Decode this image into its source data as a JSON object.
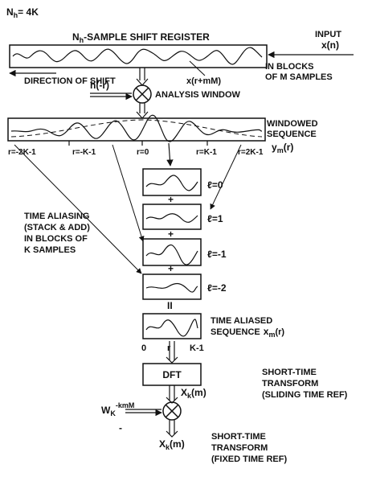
{
  "header": {
    "nh": "N",
    "nh_sub": "h",
    "nh_value": "= 4K"
  },
  "shift_register": {
    "title_n": "N",
    "title_sub": "h",
    "title_rest": "-SAMPLE SHIFT REGISTER",
    "input_line1": "INPUT",
    "input_line2": "x(n)",
    "blocks_line1": "IN BLOCKS",
    "blocks_line2": "OF M SAMPLES",
    "direction": "DIRECTION OF SHIFT",
    "signal": "x(r+mM)"
  },
  "analysis": {
    "window_fn": "h(-r)",
    "label": "ANALYSIS WINDOW"
  },
  "windowed": {
    "line1": "WINDOWED",
    "line2": "SEQUENCE",
    "ym": "y",
    "ym_sub": "m",
    "ym_arg": "(r)",
    "ticks": [
      "r=-2K-1",
      "r=-K-1",
      "r=0",
      "r=K-1",
      "r=2K-1"
    ]
  },
  "aliasing": {
    "line1": "TIME ALIASING",
    "line2": "(STACK & ADD)",
    "line3": "IN BLOCKS OF",
    "line4": "K SAMPLES",
    "l_labels": [
      "ℓ=0",
      "ℓ=1",
      "ℓ=-1",
      "ℓ=-2"
    ],
    "plus": "+",
    "equals": "II"
  },
  "aliased": {
    "line1": "TIME ALIASED",
    "line2": "SEQUENCE",
    "xm": "x",
    "xm_sub": "m",
    "xm_arg": "(r)",
    "tick0": "0",
    "tick_r": "r",
    "tick_end": "K-1"
  },
  "dft": {
    "label": "DFT"
  },
  "short_time_sliding": {
    "xk": "X",
    "xk_sub": "k",
    "xk_arg": "(m)",
    "line1": "SHORT-TIME",
    "line2": "TRANSFORM",
    "line3": "(SLIDING TIME REF)"
  },
  "modulator": {
    "w": "W",
    "w_sub": "K",
    "w_sup": "-kmM"
  },
  "short_time_fixed": {
    "xk": "X",
    "xk_sub": "k",
    "xk_arg": "(m)",
    "line1": "SHORT-TIME",
    "line2": "TRANSFORM",
    "line3": "(FIXED TIME REF)"
  },
  "stray_mark": "-"
}
